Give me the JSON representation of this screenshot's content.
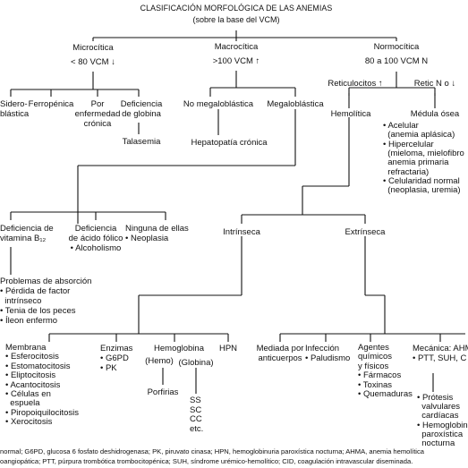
{
  "title": "CLASIFICACIÓN MORFOLÓGICA DE LAS ANEMIAS",
  "subtitle": "(sobre la base del VCM)",
  "micro": {
    "label": "Microcítica",
    "sub": "< 80 VCM ↓",
    "items": [
      "Sidero-\nblástica",
      "Ferropénica",
      "Por\nenfermedad\ncrónica",
      "Deficiencia\nde globina"
    ],
    "talasemia": "Talasemia"
  },
  "macro": {
    "label": "Macrocítica",
    "sub": ">100 VCM ↑",
    "nomegalo": "No megaloblástica",
    "megalo": "Megaloblástica",
    "hepato": "Hepatopatía crónica"
  },
  "normo": {
    "label": "Normocítica",
    "sub": "80 a 100 VCM N",
    "reti_up": "Reticulocitos ↑",
    "reti_n": "Retic N o ↓",
    "hemolitica": "Hemolítica",
    "medula": "Médula ósea",
    "medula_items": [
      "• Acelular\n  (anemia aplásica)",
      "• Hipercelular\n  (mieloma, mielofibro\n  anemia primaria\n  refractaria)",
      "• Celularidad normal\n  (neoplasia, uremia)"
    ]
  },
  "megalo_children": {
    "b12": "Deficiencia de\nvitamina B₁₂",
    "folico": "Deficiencia\nde ácido fólico\n• Alcoholismo",
    "ninguna": "Ninguna de ellas\n• Neoplasia",
    "absorcion": "Problemas de absorción\n• Pérdida de factor\n  intrínseco\n• Tenia de los peces\n• Íleon enfermo"
  },
  "hemo_children": {
    "intrinseca": "Intrínseca",
    "extrinseca": "Extrínseca"
  },
  "intrinseca_children": {
    "membrana": "Membrana\n• Esferocitosis\n• Estomatocitosis\n• Eliptocitosis\n• Acantocitosis\n• Células en\n  espuela\n• Piropoiquilocitosis\n• Xerocitosis",
    "enzimas": "Enzimas\n• G6PD\n• PK",
    "hemoglobina": "Hemoglobina",
    "hemo": "(Hemo)",
    "globina": "(Globina)",
    "porfirias": "Porfirias",
    "globina_items": "SS\nSC\nCC\netc.",
    "hpn": "HPN"
  },
  "extrinseca_children": {
    "mediada": "Mediada por\nanticuerpos",
    "infeccion": "Infección\n• Paludismo",
    "agentes": "Agentes\nquímicos\ny físicos\n• Fármacos\n• Toxinas\n• Quemaduras",
    "mecanica": "Mecánica: AHM\n• PTT, SUH, C",
    "protesis": "• Prótesis\n  valvulares\n  cardíacas\n• Hemoglobin\n  paroxística\n  nocturna"
  },
  "footnote": [
    "normal; G6PD, glucosa 6 fosfato deshidrogenasa; PK, piruvato cinasa; HPN, hemoglobinuria paroxística nocturna; AHMA, anemia hemolítica",
    "oangiopática; PTT, púrpura trombótica trombocitopénica; SUH, síndrome urémico-hemolítico; CID, coagulación intravascular diseminada."
  ]
}
